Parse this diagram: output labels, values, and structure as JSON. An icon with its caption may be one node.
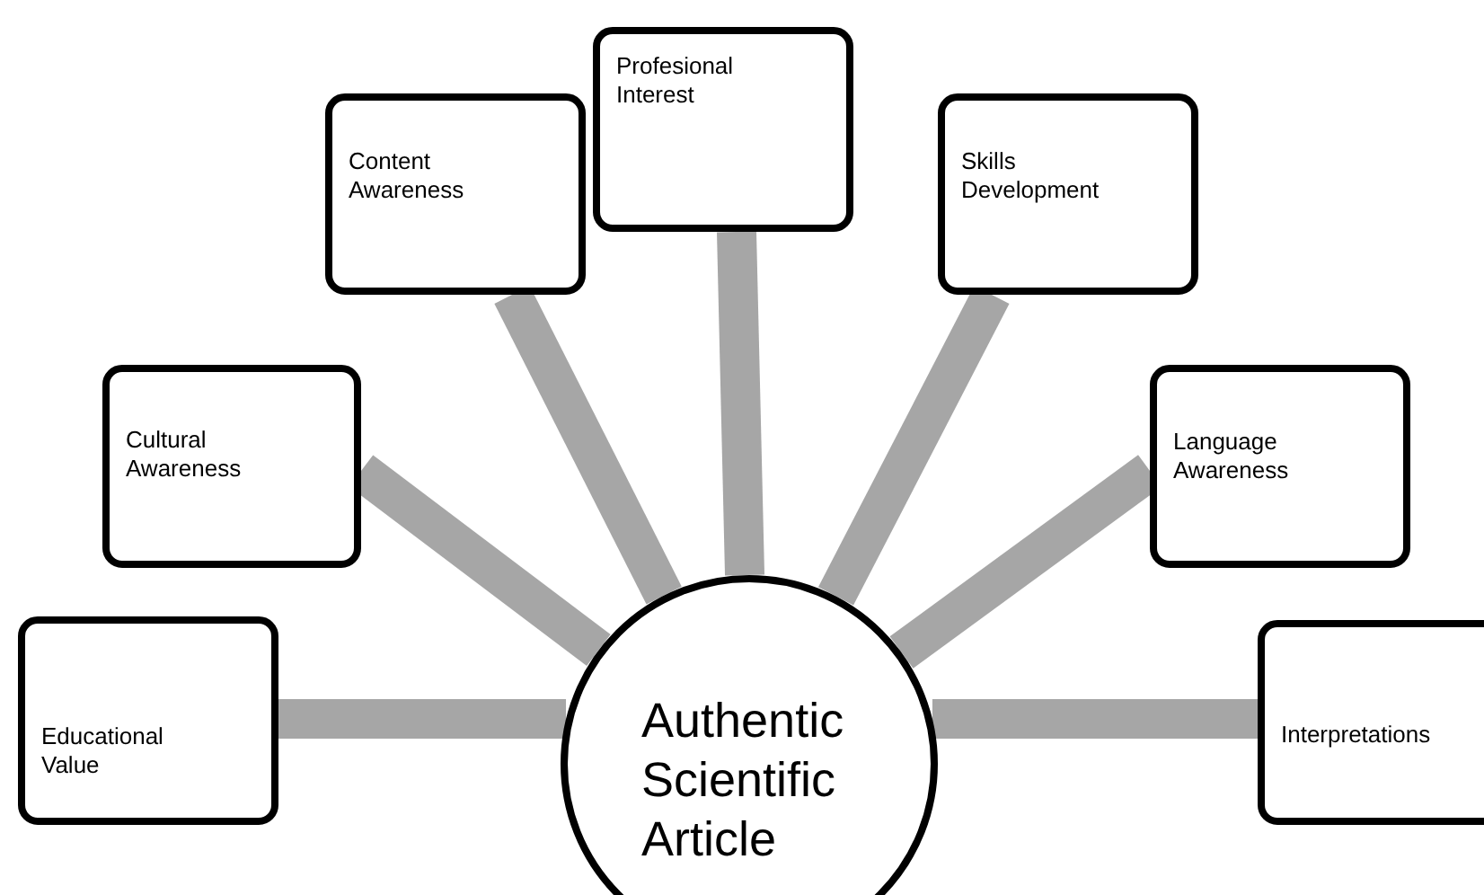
{
  "diagram": {
    "nodes": [
      {
        "text": [
          "Authentic Scientific Article"
        ]
      },
      {
        "text": [
          "Educational Value"
        ]
      },
      {
        "text": [
          "Cultural Awareness"
        ]
      },
      {
        "text": [
          "Content Awareness"
        ]
      },
      {
        "text": [
          "Profesional Interest"
        ]
      },
      {
        "text": [
          "Skills Development"
        ]
      },
      {
        "text": [
          "Language Awareness"
        ]
      },
      {
        "text": [
          "Interpretations"
        ]
      }
    ],
    "edges": [
      {
        "from": 0,
        "to": 1,
        "arrow": "none"
      },
      {
        "from": 0,
        "to": 2,
        "arrow": "none"
      },
      {
        "from": 0,
        "to": 3,
        "arrow": "none"
      },
      {
        "from": 0,
        "to": 4,
        "arrow": "none"
      },
      {
        "from": 0,
        "to": 5,
        "arrow": "none"
      },
      {
        "from": 0,
        "to": 6,
        "arrow": "none"
      },
      {
        "from": 0,
        "to": 7,
        "arrow": "none"
      }
    ]
  }
}
